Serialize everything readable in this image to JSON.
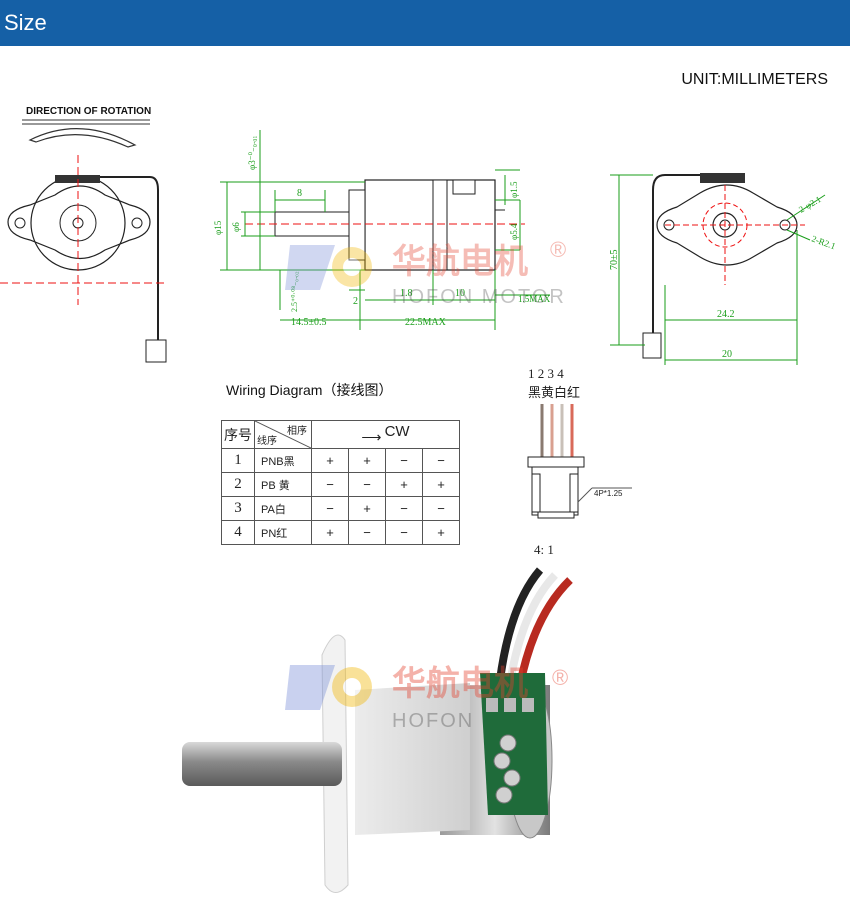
{
  "header": {
    "title": "Size"
  },
  "unit_label": "UNIT:MILLIMETERS",
  "rotation": {
    "label": "DIRECTION OF ROTATION"
  },
  "dimensions": {
    "phi3": "φ3⁻⁰₋₀.₀₁",
    "phi15": "φ15",
    "phi6": "φ6",
    "d8": "8",
    "phi1_5": "φ1.5",
    "phi5_4": "φ5.4",
    "d1_8": "1.8",
    "d10": "10",
    "d2": "2",
    "tol_2_5": "2.5⁺⁰·⁰⁸₋₀.₀₂",
    "d1_5max": "1.5MAX",
    "d14_5": "14.5±0.5",
    "d22_5max": "22.5MAX",
    "d70": "70±5",
    "hole1": "2-φ2.1",
    "hole2": "2-R2.1",
    "d24_2": "24.2",
    "d20": "20"
  },
  "wiring": {
    "title": "Wiring Diagram（接线图）",
    "header_seq": "序号",
    "header_wire": "线序",
    "header_phase": "相序",
    "header_dir": "CW",
    "rows": [
      {
        "seq": "1",
        "name": "PNB黑",
        "signs": [
          "+",
          "+",
          "−",
          "−"
        ]
      },
      {
        "seq": "2",
        "name": "PB 黄",
        "signs": [
          "−",
          "−",
          "+",
          "+"
        ]
      },
      {
        "seq": "3",
        "name": "PA白",
        "signs": [
          "−",
          "+",
          "−",
          "−"
        ]
      },
      {
        "seq": "4",
        "name": "PN红",
        "signs": [
          "+",
          "−",
          "−",
          "+"
        ]
      }
    ]
  },
  "connector": {
    "pins": "1 2 3 4",
    "colors": "黑黄白红",
    "spec": "4P*1.25",
    "ratio": "4: 1"
  },
  "watermark": {
    "cn": "华航电机",
    "en": "HOFON MOTOR",
    "en_short": "HOFON",
    "reg": "®"
  }
}
